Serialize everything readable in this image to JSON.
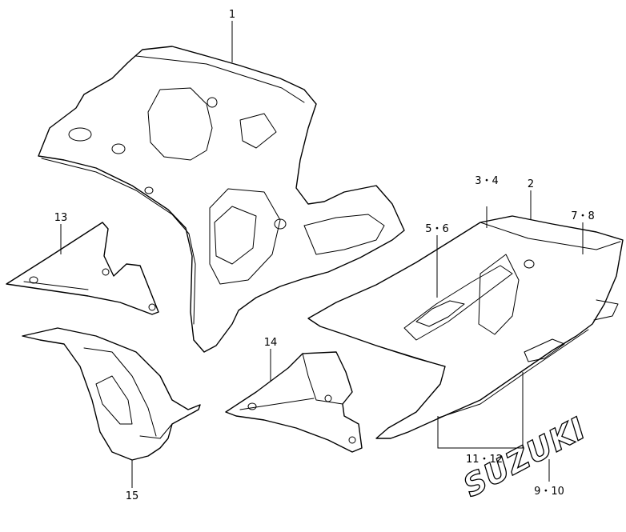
{
  "callouts": {
    "c1": "1",
    "c2": "2",
    "c3": "3・4",
    "c5": "5・6",
    "c7": "7・8",
    "c9": "9・10",
    "c11": "11・12",
    "c13": "13",
    "c14": "14",
    "c15": "15"
  },
  "decal_text": "SUZUKI"
}
